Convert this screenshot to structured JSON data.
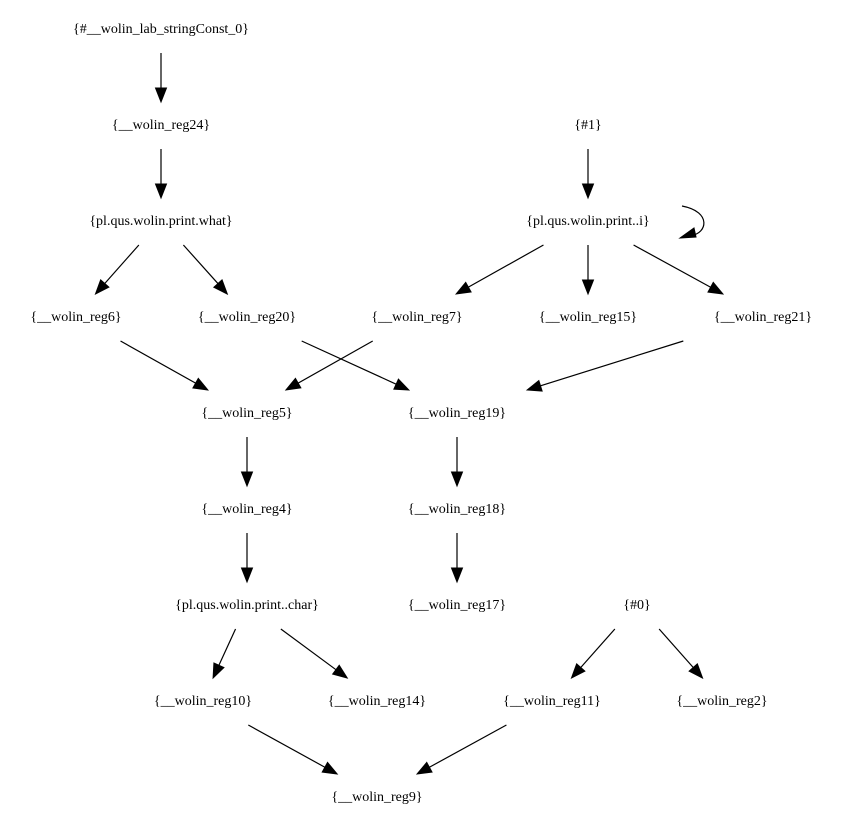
{
  "graph": {
    "type": "directed",
    "colors": {
      "text": "#000000",
      "edge": "#000000",
      "background": "#ffffff"
    },
    "nodes": [
      {
        "id": "n_strconst",
        "label": "{#__wolin_lab_stringConst_0}"
      },
      {
        "id": "n_reg24",
        "label": "{__wolin_reg24}"
      },
      {
        "id": "n_what",
        "label": "{pl.qus.wolin.print.what}"
      },
      {
        "id": "n_h1",
        "label": "{#1}"
      },
      {
        "id": "n_i",
        "label": "{pl.qus.wolin.print..i}"
      },
      {
        "id": "n_reg6",
        "label": "{__wolin_reg6}"
      },
      {
        "id": "n_reg20",
        "label": "{__wolin_reg20}"
      },
      {
        "id": "n_reg7",
        "label": "{__wolin_reg7}"
      },
      {
        "id": "n_reg15",
        "label": "{__wolin_reg15}"
      },
      {
        "id": "n_reg21",
        "label": "{__wolin_reg21}"
      },
      {
        "id": "n_reg5",
        "label": "{__wolin_reg5}"
      },
      {
        "id": "n_reg19",
        "label": "{__wolin_reg19}"
      },
      {
        "id": "n_reg4",
        "label": "{__wolin_reg4}"
      },
      {
        "id": "n_reg18",
        "label": "{__wolin_reg18}"
      },
      {
        "id": "n_char",
        "label": "{pl.qus.wolin.print..char}"
      },
      {
        "id": "n_reg17",
        "label": "{__wolin_reg17}"
      },
      {
        "id": "n_h0",
        "label": "{#0}"
      },
      {
        "id": "n_reg10",
        "label": "{__wolin_reg10}"
      },
      {
        "id": "n_reg14",
        "label": "{__wolin_reg14}"
      },
      {
        "id": "n_reg11",
        "label": "{__wolin_reg11}"
      },
      {
        "id": "n_reg2",
        "label": "{__wolin_reg2}"
      },
      {
        "id": "n_reg9",
        "label": "{__wolin_reg9}"
      }
    ],
    "edges": [
      {
        "from": "n_strconst",
        "to": "n_reg24"
      },
      {
        "from": "n_reg24",
        "to": "n_what"
      },
      {
        "from": "n_what",
        "to": "n_reg6"
      },
      {
        "from": "n_what",
        "to": "n_reg20"
      },
      {
        "from": "n_h1",
        "to": "n_i"
      },
      {
        "from": "n_i",
        "to": "n_i"
      },
      {
        "from": "n_i",
        "to": "n_reg7"
      },
      {
        "from": "n_i",
        "to": "n_reg15"
      },
      {
        "from": "n_i",
        "to": "n_reg21"
      },
      {
        "from": "n_reg6",
        "to": "n_reg5"
      },
      {
        "from": "n_reg7",
        "to": "n_reg5"
      },
      {
        "from": "n_reg20",
        "to": "n_reg19"
      },
      {
        "from": "n_reg21",
        "to": "n_reg19"
      },
      {
        "from": "n_reg5",
        "to": "n_reg4"
      },
      {
        "from": "n_reg19",
        "to": "n_reg18"
      },
      {
        "from": "n_reg4",
        "to": "n_char"
      },
      {
        "from": "n_reg18",
        "to": "n_reg17"
      },
      {
        "from": "n_char",
        "to": "n_reg10"
      },
      {
        "from": "n_char",
        "to": "n_reg14"
      },
      {
        "from": "n_h0",
        "to": "n_reg11"
      },
      {
        "from": "n_h0",
        "to": "n_reg2"
      },
      {
        "from": "n_reg10",
        "to": "n_reg9"
      },
      {
        "from": "n_reg11",
        "to": "n_reg9"
      }
    ]
  }
}
